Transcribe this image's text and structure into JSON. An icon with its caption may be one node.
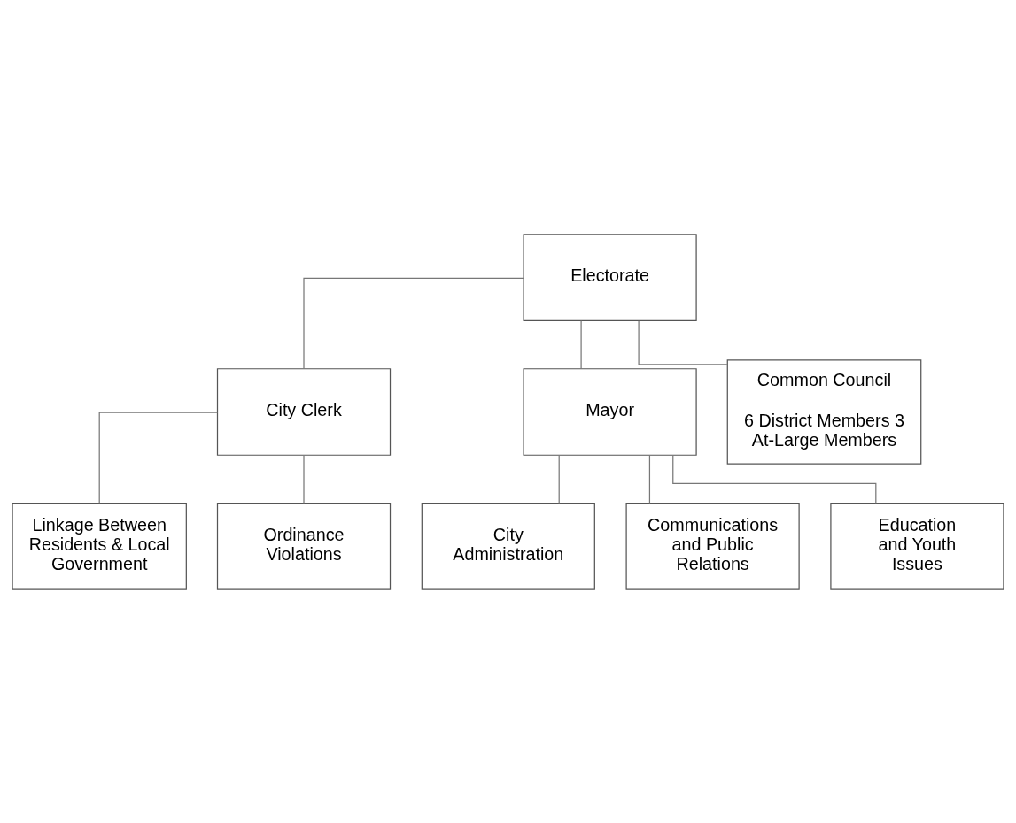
{
  "diagram": {
    "nodes": [
      {
        "text": [
          "Electorate"
        ]
      },
      {
        "text": [
          "City Clerk"
        ]
      },
      {
        "text": [
          "Mayor"
        ]
      },
      {
        "text": [
          "Common Council",
          "6 District Members 3 At-Large Members"
        ]
      },
      {
        "text": [
          "Linkage Between Residents & Local Government"
        ]
      },
      {
        "text": [
          "Ordinance Violations"
        ]
      },
      {
        "text": [
          "City Administration"
        ]
      },
      {
        "text": [
          "Communications and Public Relations"
        ]
      },
      {
        "text": [
          "Education and Youth Issues"
        ]
      }
    ],
    "edges": [
      {
        "from": 0,
        "to": 1,
        "arrow": "none"
      },
      {
        "from": 0,
        "to": 2,
        "arrow": "none"
      },
      {
        "from": 0,
        "to": 3,
        "arrow": "none"
      },
      {
        "from": 1,
        "to": 4,
        "arrow": "none"
      },
      {
        "from": 1,
        "to": 5,
        "arrow": "none"
      },
      {
        "from": 2,
        "to": 6,
        "arrow": "none"
      },
      {
        "from": 2,
        "to": 7,
        "arrow": "none"
      },
      {
        "from": 2,
        "to": 8,
        "arrow": "none"
      }
    ]
  }
}
